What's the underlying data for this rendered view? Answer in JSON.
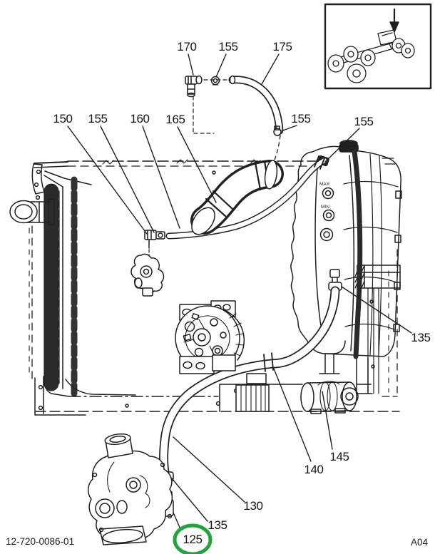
{
  "page": {
    "footer_left": "12-720-0086-01",
    "footer_right": "A04"
  },
  "colors": {
    "highlight": "#1fa53c",
    "ink": "#1f1f1f"
  },
  "tank": {
    "max_label": "MAX",
    "min_label": "MIN"
  },
  "inset": {
    "icon": "truck-chassis-locator-icon",
    "arrow_icon": "down-arrow-icon"
  },
  "callouts": [
    {
      "label": "170",
      "highlighted": false
    },
    {
      "label": "155",
      "highlighted": false
    },
    {
      "label": "175",
      "highlighted": false
    },
    {
      "label": "150",
      "highlighted": false
    },
    {
      "label": "155",
      "highlighted": false
    },
    {
      "label": "160",
      "highlighted": false
    },
    {
      "label": "165",
      "highlighted": false
    },
    {
      "label": "155",
      "highlighted": false
    },
    {
      "label": "155",
      "highlighted": false
    },
    {
      "label": "135",
      "highlighted": false
    },
    {
      "label": "145",
      "highlighted": false
    },
    {
      "label": "140",
      "highlighted": false
    },
    {
      "label": "130",
      "highlighted": false
    },
    {
      "label": "135",
      "highlighted": false
    },
    {
      "label": "125",
      "highlighted": true
    }
  ]
}
